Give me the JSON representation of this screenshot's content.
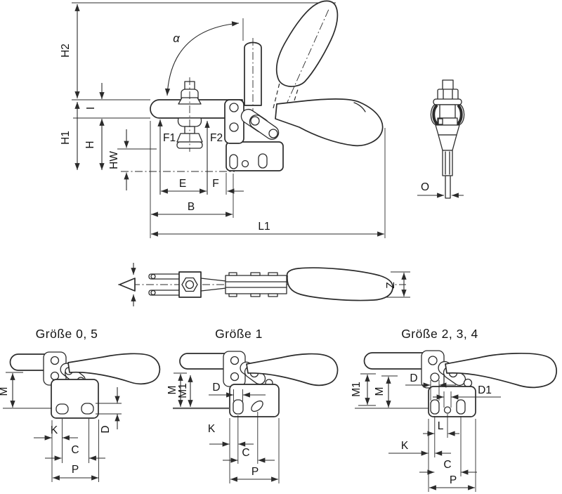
{
  "colors": {
    "line": "#2b2b2b",
    "background": "#ffffff"
  },
  "main_view": {
    "dims": {
      "h2": "H2",
      "h1": "H1",
      "i": "I",
      "h": "H",
      "hw": "HW",
      "alpha": "α",
      "f1": "F1",
      "f2": "F2",
      "e": "E",
      "f": "F",
      "b": "B",
      "l1": "L1"
    }
  },
  "spindle_detail": {
    "dims": {
      "o": "O"
    }
  },
  "top_view": {
    "dims": {
      "z": "Z"
    }
  },
  "size_views": [
    {
      "title": "Größe 0, 5",
      "dims": {
        "m": "M",
        "d": "D",
        "k": "K",
        "c": "C",
        "p": "P"
      }
    },
    {
      "title": "Größe 1",
      "dims": {
        "m": "M",
        "m1": "M1",
        "d": "D",
        "k": "K",
        "c": "C",
        "p": "P"
      }
    },
    {
      "title": "Größe 2, 3, 4",
      "dims": {
        "m1": "M1",
        "m": "M",
        "d": "D",
        "d1": "D1",
        "l": "L",
        "k": "K",
        "c": "C",
        "p": "P"
      }
    }
  ]
}
